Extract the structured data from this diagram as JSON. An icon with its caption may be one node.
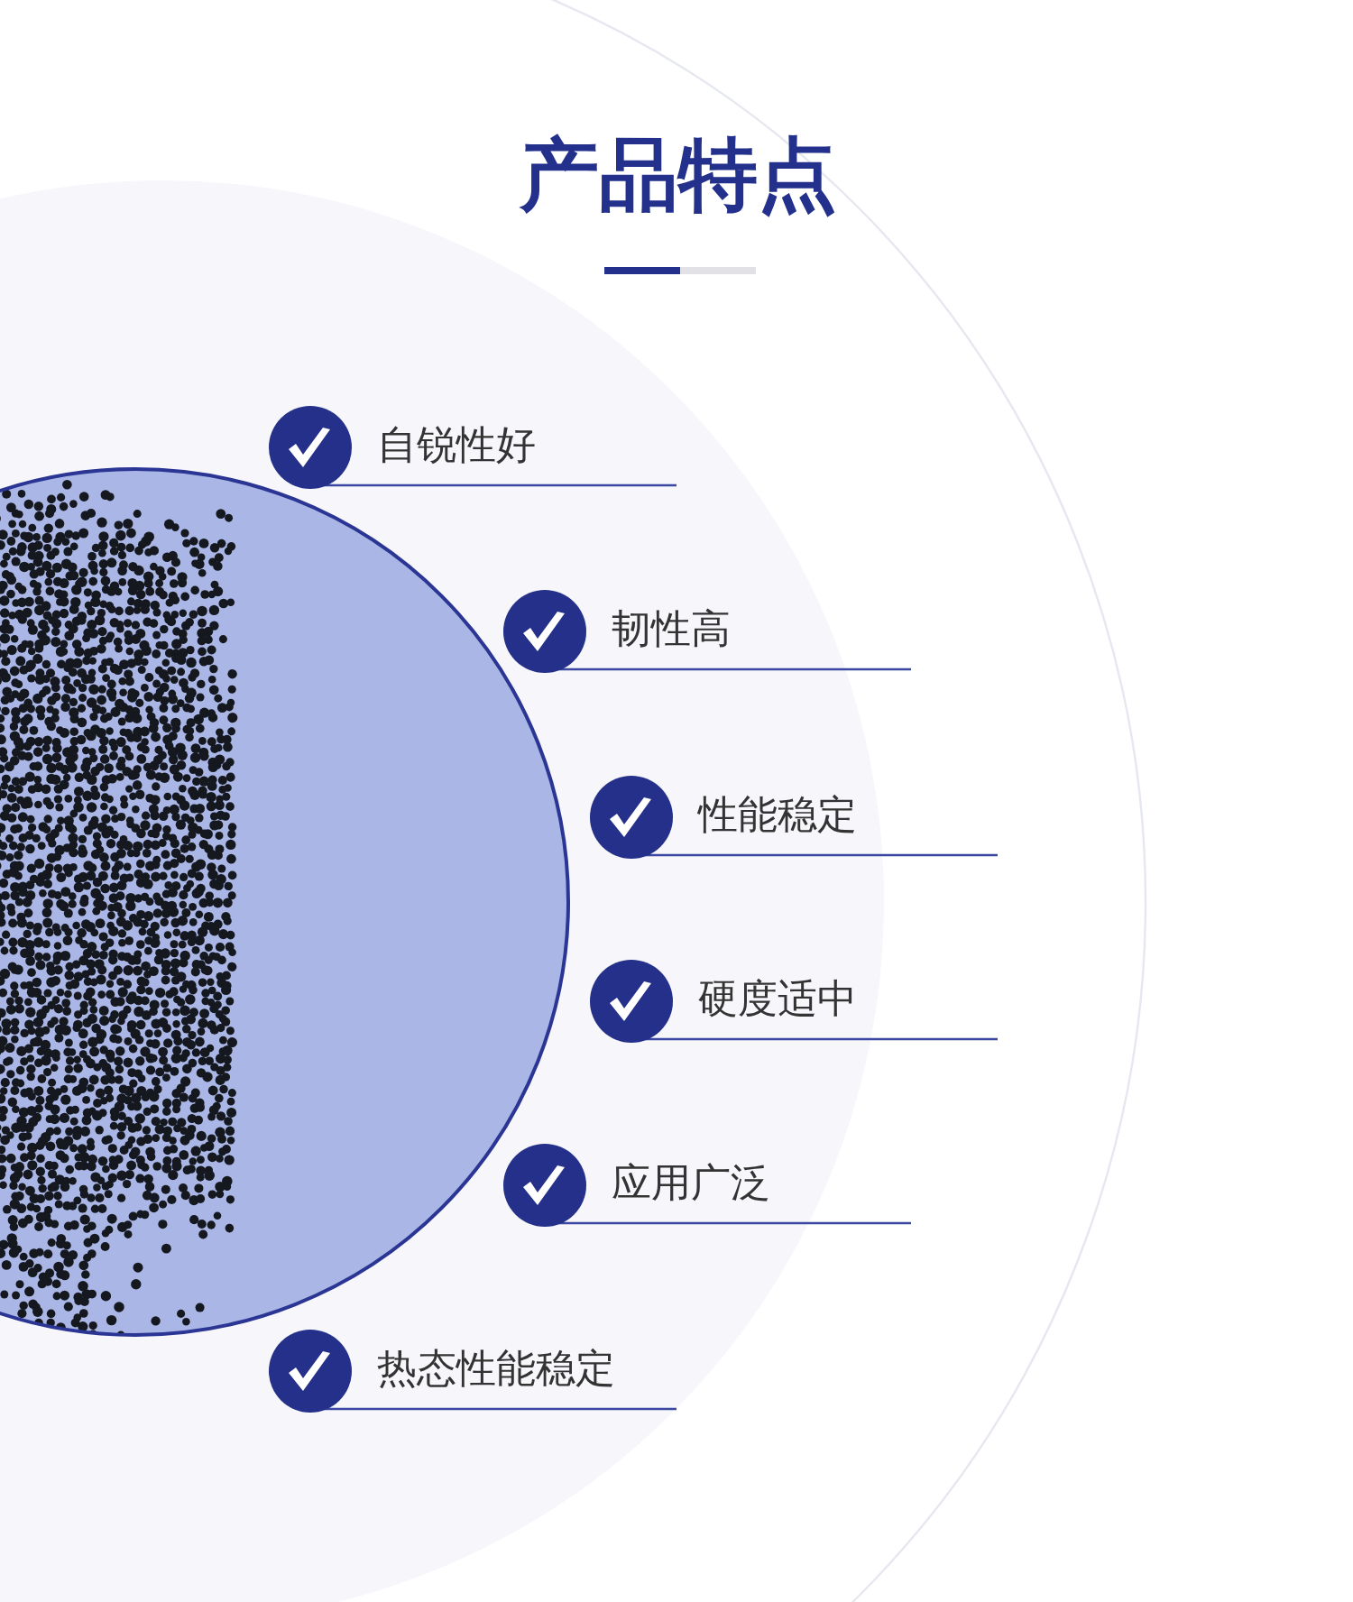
{
  "diagram": {
    "title": "产品特点",
    "labels": [
      "自锐性好",
      "韧性高",
      "性能稳定",
      "硬度适中",
      "应用广泛",
      "热态性能稳定"
    ]
  }
}
